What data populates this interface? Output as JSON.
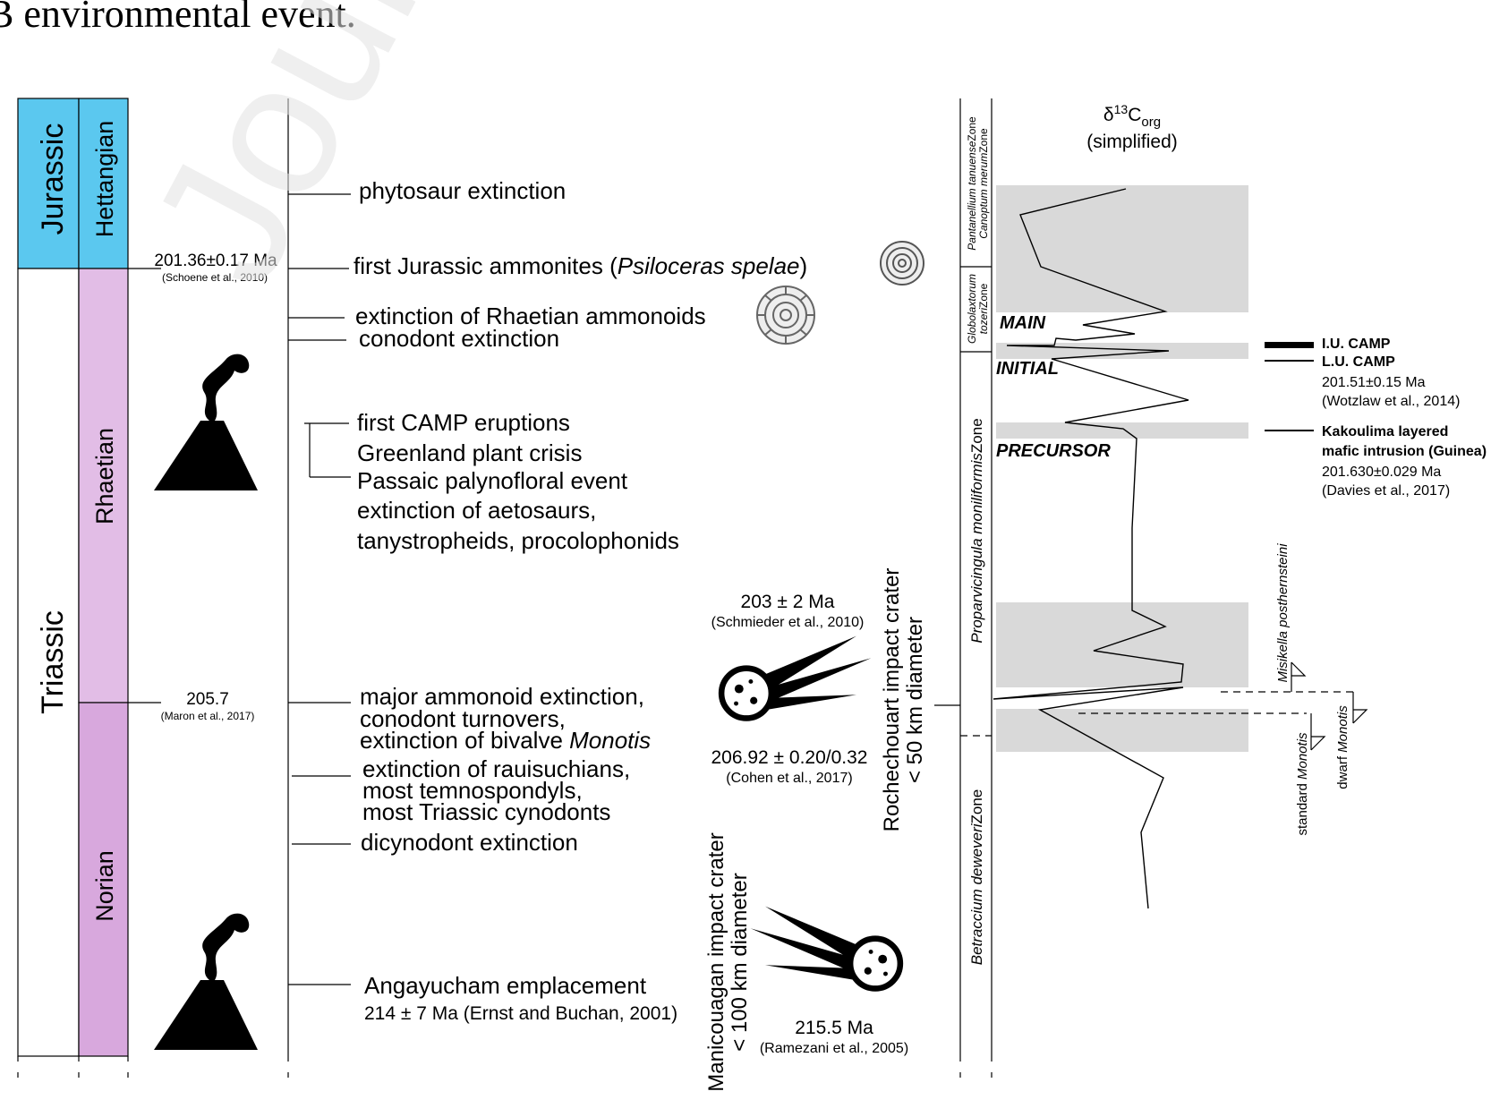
{
  "heading_fragment": "B environmental  event.",
  "watermark": "Journal",
  "chronostrat": {
    "periods": [
      "Jurassic",
      "Triassic"
    ],
    "stages": [
      "Hettangian",
      "Rhaetian",
      "Norian"
    ]
  },
  "ages": {
    "boundary_age": "201.36±0.17 Ma",
    "boundary_ref": "(Schoene et al., 2010)",
    "rhaetian_base_age": "205.7",
    "rhaetian_base_ref": "(Maron et al., 2017)"
  },
  "events": {
    "phytosaur": "phytosaur extinction",
    "first_ammonites_text": "first Jurassic ammonites (",
    "first_ammonites_taxon": "Psiloceras spelae",
    "first_ammonites_close": ")",
    "rhaetian_ammonoids": "extinction of Rhaetian ammonoids",
    "conodont": "conodont extinction",
    "camp": "first CAMP eruptions",
    "greenland": "Greenland plant crisis",
    "passaic": "Passaic palynofloral event",
    "aetosaurs_1": "extinction of aetosaurs,",
    "aetosaurs_2": "tanystropheids, procolophonids",
    "major_ammonoid_1": "major ammonoid extinction,",
    "major_ammonoid_2": "conodont turnovers,",
    "major_ammonoid_3": "extinction of bivalve ",
    "major_ammonoid_3_taxon": "Monotis",
    "rauisuchians_1": "extinction of rauisuchians,",
    "rauisuchians_2": "most temnospondyls,",
    "rauisuchians_3": "most Triassic cynodonts",
    "dicynodont": "dicynodont extinction",
    "angayucham": "Angayucham emplacement",
    "angayucham_age": "214 ± 7 Ma (Ernst and Buchan, 2001)"
  },
  "impacts": {
    "rochechouart_age": "203 ± 2 Ma",
    "rochechouart_ref": "(Schmieder et al., 2010)",
    "rochechouart_age2": "206.92 ± 0.20/0.32",
    "rochechouart_ref2": "(Cohen et al., 2017)",
    "rochechouart_name": "Rochechouart impact crater",
    "rochechouart_size": "< 50 km diameter",
    "manicouagan_name": "Manicouagan impact crater",
    "manicouagan_size": "< 100 km diameter",
    "manicouagan_age": "215.5 Ma",
    "manicouagan_ref": "(Ramezani et al., 2005)"
  },
  "zones": {
    "pantanellium_1": "Pantanellium tanuense",
    "pantanellium_1b": "Zone",
    "pantanellium_2": "Canoptum merum",
    "pantanellium_2b": "Zone",
    "globolaxtorum_1": "Globolaxtorum",
    "globolaxtorum_2": "tozeri",
    "globolaxtorum_2b": "Zone",
    "proparvicingula": "Proparvicingula moniliformis",
    "proparvicingula_b": "Zone",
    "betraccium": "Betraccium deweveri",
    "betraccium_b": "Zone"
  },
  "isotope": {
    "title_delta": "δ",
    "title_sup": "13",
    "title_c": "C",
    "title_sub": "org",
    "title_line2": "(simplified)",
    "excursion_main": "MAIN",
    "excursion_initial": "INITIAL",
    "excursion_precursor": "PRECURSOR",
    "curve_note": "simplified δ13Corg record; values read in plotted order (top to bottom), horizontal deflections only, axis unlabeled"
  },
  "camp_units": {
    "iu_camp": "I.U. CAMP",
    "lu_camp": "L.U. CAMP",
    "lu_age": "201.51±0.15 Ma",
    "lu_ref": "(Wotzlaw et al., 2014)",
    "kakoulima_1": "Kakoulima layered",
    "kakoulima_2": "mafic intrusion (Guinea)",
    "kakoulima_age": "201.630±0.029 Ma",
    "kakoulima_ref": "(Davies et al., 2017)"
  },
  "biostrat": {
    "misikella": "Misikella posthernsteini",
    "standard_monotis_1": "standard ",
    "standard_monotis_2": "Monotis",
    "dwarf_monotis_1": "dwarf ",
    "dwarf_monotis_2": "Monotis"
  },
  "colors": {
    "jurassic": "#5bc8ef",
    "hettangian": "#5bc8ef",
    "rhaetian": "#e2bde6",
    "norian": "#d8a8dd",
    "excursion_band": "#d9d9d9",
    "watermark": "#e3e3e3"
  },
  "icons": [
    "volcano-icon",
    "ammonite-icon",
    "meteorite-icon"
  ]
}
